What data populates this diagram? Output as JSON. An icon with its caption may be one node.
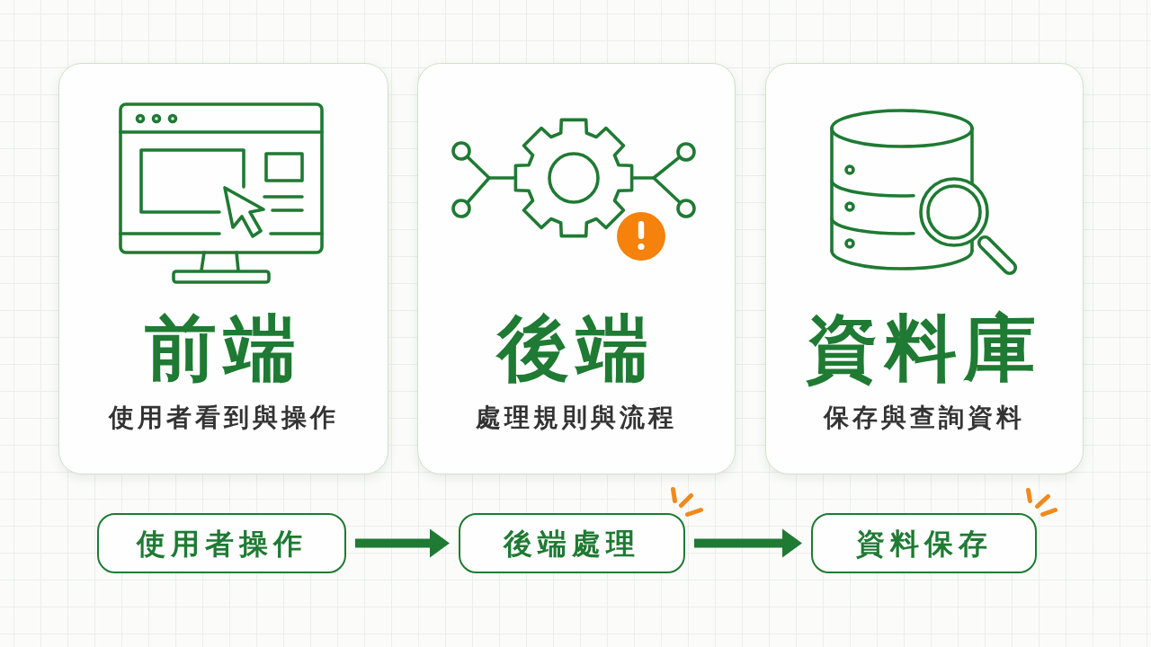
{
  "diagram": {
    "nodes": [
      {
        "text": [
          "前端",
          "使用者看到與操作"
        ]
      },
      {
        "text": [
          "後端",
          "處理規則與流程"
        ]
      },
      {
        "text": [
          "資料庫",
          "保存與查詢資料"
        ]
      },
      {
        "text": [
          "使用者操作"
        ]
      },
      {
        "text": [
          "後端處理"
        ]
      },
      {
        "text": [
          "資料保存"
        ]
      }
    ],
    "edges": [
      {
        "from": 3,
        "to": 4,
        "arrow": "to"
      },
      {
        "from": 4,
        "to": 5,
        "arrow": "to"
      }
    ]
  }
}
